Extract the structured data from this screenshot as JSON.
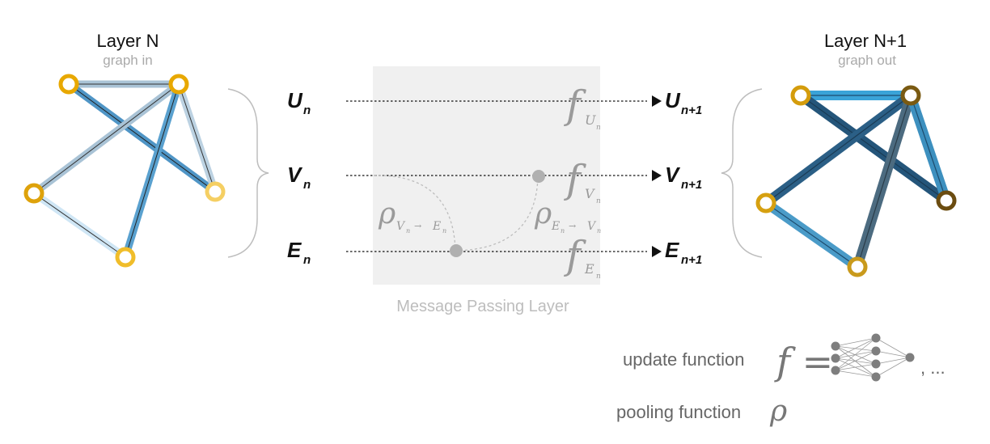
{
  "left_graph": {
    "title": "Layer N",
    "subtitle": "graph in"
  },
  "right_graph": {
    "title": "Layer N+1",
    "subtitle": "graph out"
  },
  "inputs": {
    "u": {
      "base": "U",
      "sub": "n"
    },
    "v": {
      "base": "V",
      "sub": "n"
    },
    "e": {
      "base": "E",
      "sub": "n"
    }
  },
  "outputs": {
    "u": {
      "base": "U",
      "sub": "n+1"
    },
    "v": {
      "base": "V",
      "sub": "n+1"
    },
    "e": {
      "base": "E",
      "sub": "n+1"
    }
  },
  "functions": {
    "f_symbol": "f",
    "f_u_sub": "U",
    "f_v_sub": "V",
    "f_e_sub": "E",
    "sub_n": "n",
    "rho_symbol": "ρ",
    "rho_ve_from": "V",
    "rho_ve_to": "E",
    "rho_ev_from": "E",
    "rho_ev_to": "V",
    "arrow": "→"
  },
  "layer_label": "Message Passing Layer",
  "legend": {
    "update_label": "update function",
    "update_symbol": "f =",
    "update_tail": ", ...",
    "pooling_label": "pooling function",
    "pooling_symbol": "ρ"
  },
  "colors": {
    "node_in": "#e8a800",
    "node_in_light": "#f5cf63",
    "node_out_dark": "#6b4c10",
    "node_out_mid": "#c99a1c",
    "edge_light": "#a9cce3",
    "edge_blue": "#5aa1cf",
    "edge_dark": "#2b5f86",
    "layer_bg": "#f0f0f0",
    "grey": "#a8a8a8"
  }
}
